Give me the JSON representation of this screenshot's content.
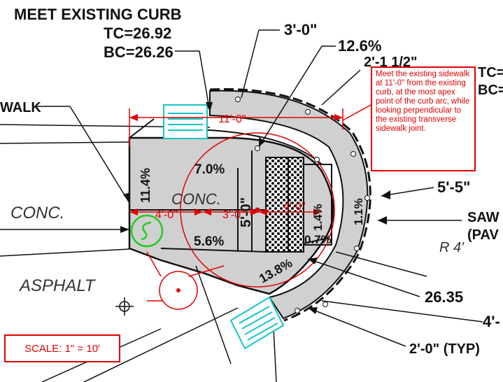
{
  "labels": {
    "meet_curb": "MEET EXISTING CURB",
    "tc_left": "TC=26.92",
    "bc_left": "BC=26.26",
    "dim_3ft": "3'-0\"",
    "slope_12_6": "12.6%",
    "top_partial": "2'-1 1/2\"",
    "tc_right": "TC=",
    "bc_right": "BC=",
    "walk": "WALK",
    "dim_5_5": "5'-5\"",
    "saw": "SAW",
    "paw": "(PAV",
    "r4": "R 4'",
    "elev_26_35": "26.35",
    "dim_4ft_right": "4'-",
    "dim_2ft_typ": "2'-0\" (TYP)",
    "slope_7_0": "7.0%",
    "slope_11_4": "11.4%",
    "conc_inner": "CONC.",
    "conc_outer": "CONC.",
    "asphalt": "ASPHALT",
    "dim_5_0": "5'-0\"",
    "slope_5_6": "5.6%",
    "slope_13_8": "13.8%",
    "slope_1_4": "1.4%",
    "slope_1_1": "1.1%",
    "slope_0_7": "0.7%"
  },
  "red_dims": {
    "d11": "11'-0\"",
    "d4": "4'-0\"",
    "d3": "3'-0\"",
    "d4b": "4'-0\""
  },
  "callout": {
    "text": "Meet the existing sidewalk at 11'-0\" from the existing curb, at the most apex point of the curb arc, while looking perpendicular to the existing transverse sidewalk joint."
  },
  "scale": {
    "text": "SCALE: 1\" = 10'"
  },
  "colors": {
    "red": "#e00000",
    "green": "#22cc22",
    "cyan": "#18c4c4",
    "concrete_gray": "#d0d0d0",
    "line": "#111111"
  }
}
